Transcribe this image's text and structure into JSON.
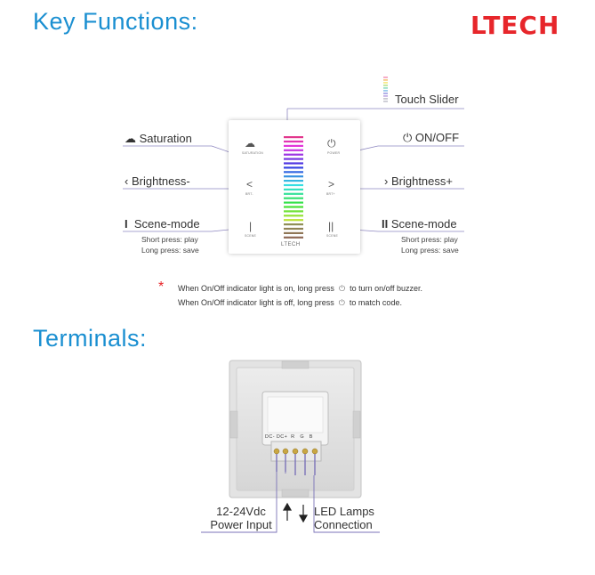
{
  "header": {
    "title": "Key Functions:",
    "logo": "LTECH"
  },
  "labels": {
    "touch_slider": "Touch Slider",
    "saturation": "Saturation",
    "on_off": "ON/OFF",
    "brightness_minus": "Brightness-",
    "brightness_plus": "Brightness+",
    "scene1": "Scene-mode",
    "scene2": "Scene-mode",
    "short_press": "Short press: play",
    "long_press": "Long press: save"
  },
  "panel": {
    "btn_saturation": "SATURATION",
    "btn_power": "POWER",
    "btn_bminus": "BRT-",
    "btn_bplus": "BRT+",
    "btn_scene1": "SCENE",
    "btn_scene2": "SCENE",
    "brand": "LTECH"
  },
  "notes": {
    "asterisk": "*",
    "line1a": "When On/Off indicator light is on, long press",
    "line1b": "to turn on/off buzzer.",
    "line2a": "When On/Off indicator light is off, long press",
    "line2b": "to match code."
  },
  "terminals": {
    "title": "Terminals:",
    "pins": [
      "DC-",
      "DC+",
      "R",
      "G",
      "B"
    ],
    "power_line1": "12-24Vdc",
    "power_line2": "Power Input",
    "led_line1": "LED Lamps",
    "led_line2": "Connection"
  },
  "colors": {
    "accent": "#1a8fd1",
    "logo": "#e7262b",
    "leader": "#8e87c0"
  },
  "icons": [
    "saturation-icon",
    "power-icon",
    "chevron-left-icon",
    "chevron-right-icon",
    "scene-one-icon",
    "scene-two-icon"
  ]
}
